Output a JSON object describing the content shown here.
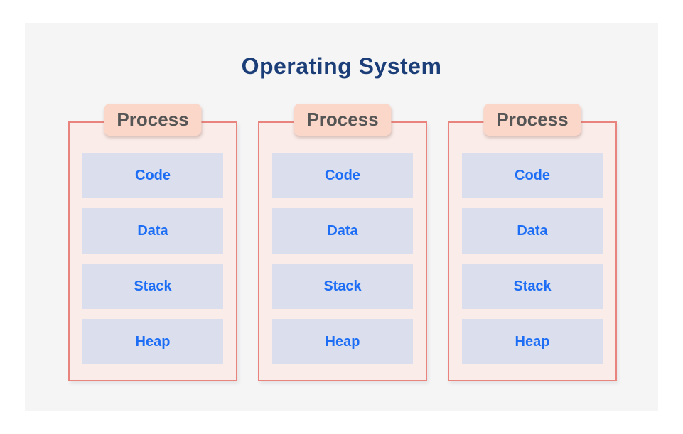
{
  "title": "Operating System",
  "colors": {
    "page_bg": "#ffffff",
    "panel_bg": "#f5f5f6",
    "title_text": "#1c3e78",
    "process_fill": "#f9ece9",
    "process_border": "#e8847d",
    "process_label_fill": "#fbd7c9",
    "process_label_text": "#555555",
    "segment_fill": "#dbdfed",
    "segment_text": "#1e6ef5"
  },
  "processes": [
    {
      "label": "Process",
      "segments": [
        "Code",
        "Data",
        "Stack",
        "Heap"
      ]
    },
    {
      "label": "Process",
      "segments": [
        "Code",
        "Data",
        "Stack",
        "Heap"
      ]
    },
    {
      "label": "Process",
      "segments": [
        "Code",
        "Data",
        "Stack",
        "Heap"
      ]
    }
  ]
}
